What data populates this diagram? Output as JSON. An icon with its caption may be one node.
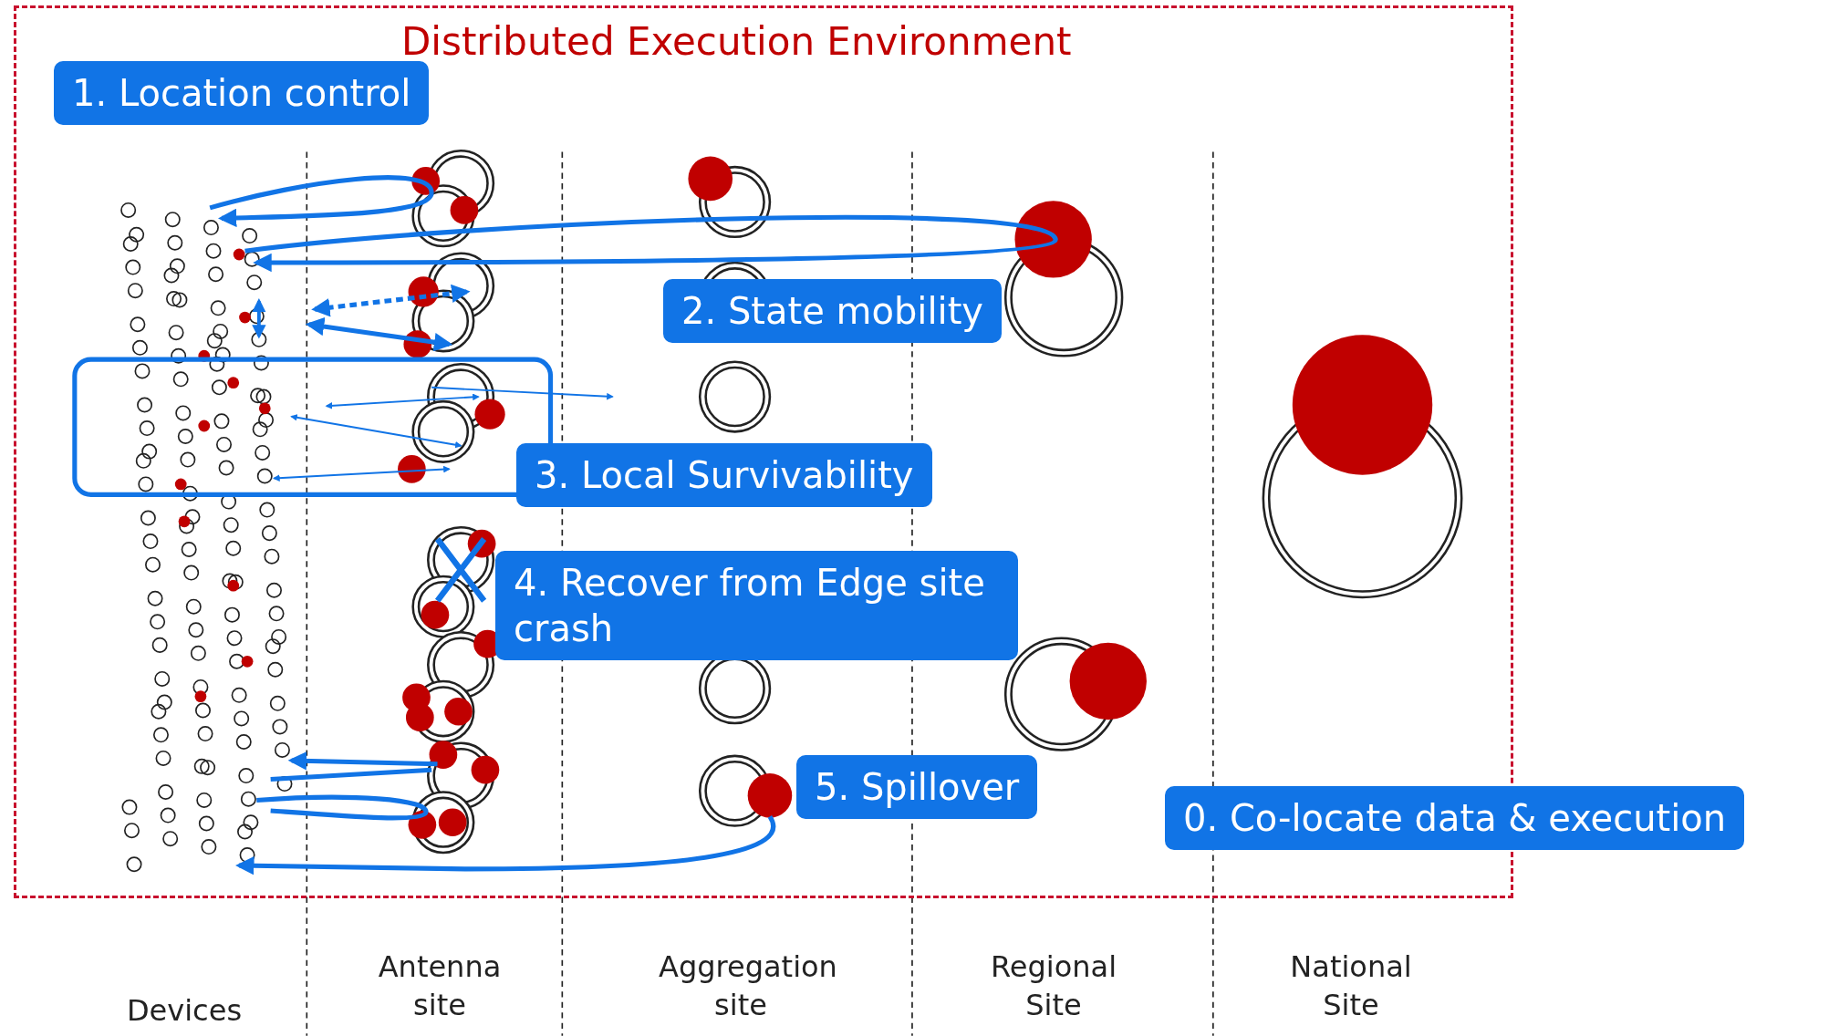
{
  "diagram": {
    "nodes": [
      {
        "text": [
          "Distributed Execution Environment"
        ]
      },
      {
        "text": [
          "1. Location control"
        ],
        "in": 0
      },
      {
        "text": [
          "2. State mobility"
        ],
        "in": 0
      },
      {
        "text": [
          "3. Local Survivability"
        ],
        "in": 0
      },
      {
        "text": [
          "4. Recover from Edge site crash"
        ],
        "in": 0
      },
      {
        "text": [
          "5. Spillover"
        ],
        "in": 0
      },
      {
        "text": [
          "0. Co-locate data & execution"
        ]
      }
    ],
    "edges": [],
    "labels": [
      "Devices",
      "Antenna site",
      "Aggregation site",
      "Regional Site",
      "National Site"
    ]
  }
}
